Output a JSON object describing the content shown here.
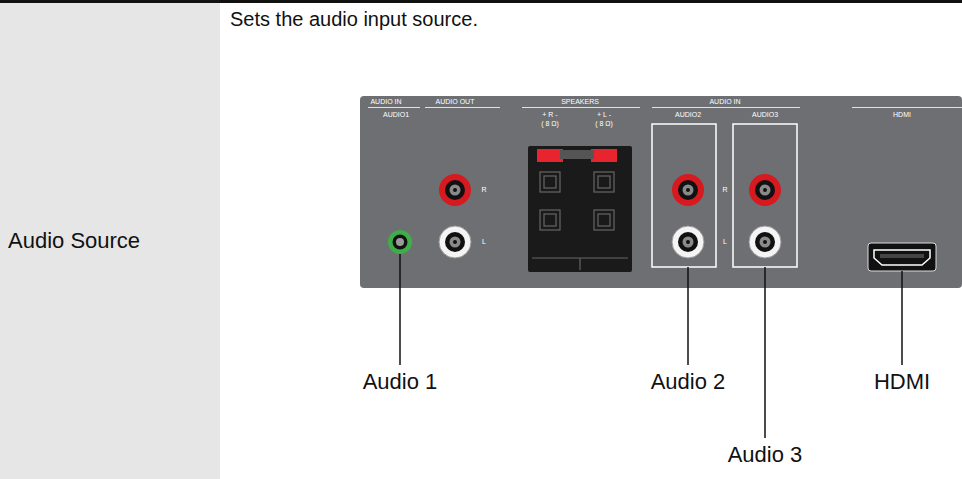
{
  "diagram": {
    "nodes": [
      {
        "text": [
          "Audio Source"
        ]
      },
      {
        "text": [
          "Sets the audio input source."
        ]
      }
    ],
    "labels": [
      "AUDIO IN",
      "AUDIO OUT",
      "AUDIO1",
      "SPEAKERS",
      "+ R -",
      "( 8 Ω)",
      "+ L -",
      "( 8 Ω)",
      "R",
      "L",
      "AUDIO IN",
      "AUDIO2",
      "AUDIO3",
      "R",
      "L",
      "HDMI",
      "Audio 1",
      "Audio 2",
      "HDMI",
      "Audio 3"
    ]
  }
}
